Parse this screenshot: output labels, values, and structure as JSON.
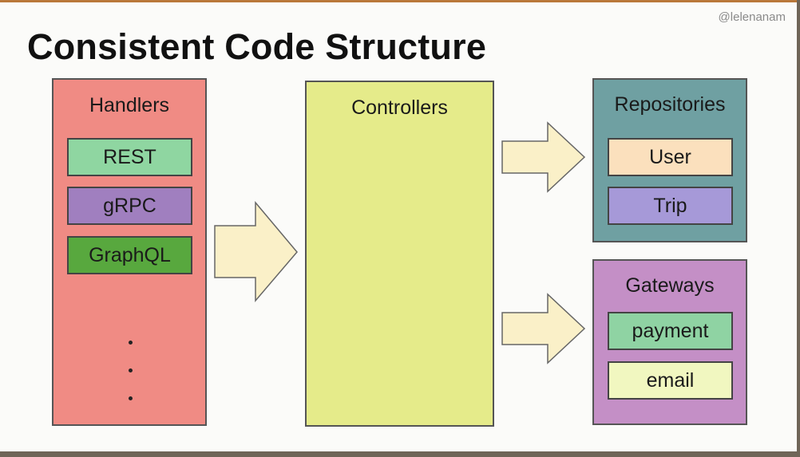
{
  "handle": "@lelenanam",
  "title": "Consistent Code Structure",
  "handlers": {
    "label": "Handlers",
    "items": [
      "REST",
      "gRPC",
      "GraphQL"
    ],
    "ellipsis": [
      "·",
      "·",
      "·"
    ]
  },
  "controllers": {
    "label": "Controllers"
  },
  "repositories": {
    "label": "Repositories",
    "items": [
      "User",
      "Trip"
    ]
  },
  "gateways": {
    "label": "Gateways",
    "items": [
      "payment",
      "email"
    ]
  },
  "colors": {
    "handlers_bg": "#f08b84",
    "controllers_bg": "#e5eb8a",
    "repositories_bg": "#6fa0a2",
    "gateways_bg": "#c48fc6",
    "arrow_fill": "#faf0c8"
  }
}
